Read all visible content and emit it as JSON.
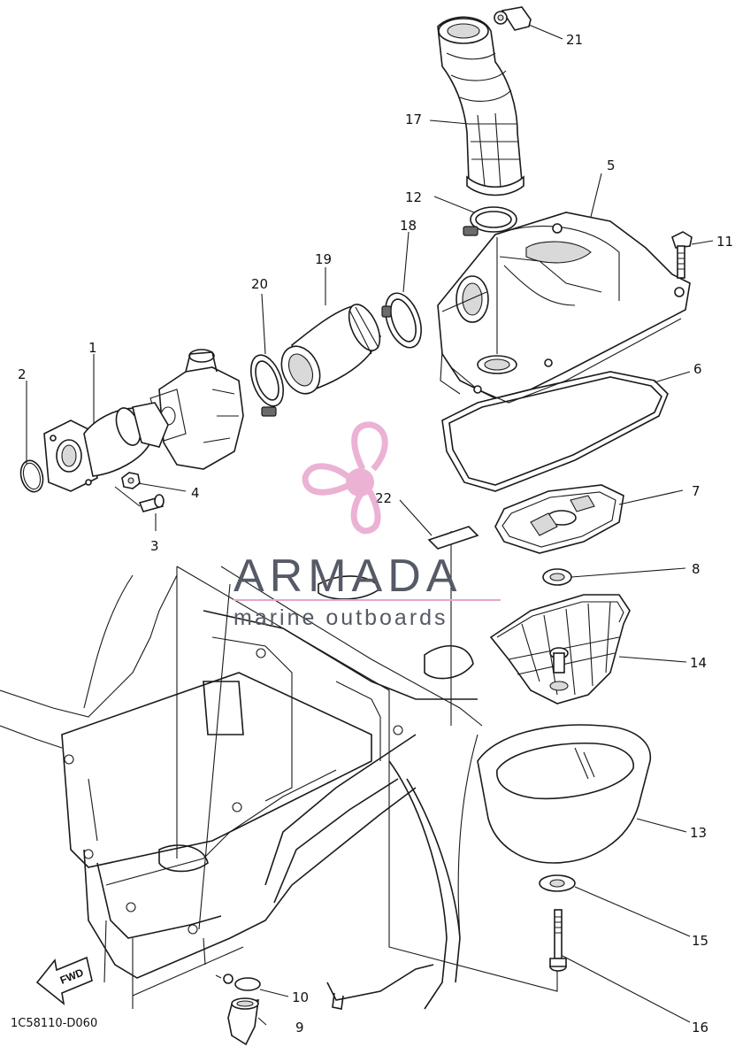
{
  "drawing_code": "1C58110-D060",
  "fwd_label": "FWD",
  "watermark": {
    "brand": "ARMADA",
    "tagline": "marine outboards",
    "logo_color": "#e8a5cc",
    "text_color": "#555a66"
  },
  "callouts": [
    "1",
    "2",
    "3",
    "4",
    "5",
    "6",
    "7",
    "8",
    "9",
    "10",
    "11",
    "12",
    "13",
    "14",
    "15",
    "16",
    "17",
    "18",
    "19",
    "20",
    "21",
    "22"
  ]
}
